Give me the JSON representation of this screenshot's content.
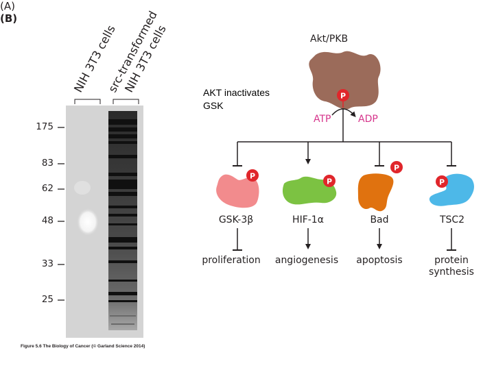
{
  "panel_a": {
    "label": "(A)",
    "column_labels": [
      "NIH 3T3 cells",
      "src-transformed",
      "NIH 3T3 cells"
    ],
    "mw_markers": [
      "175",
      "83",
      "62",
      "48",
      "33",
      "25"
    ],
    "caption": "Figure 5.6 The Biology of Cancer (© Garland Science 2014)"
  },
  "panel_b": {
    "label": "(B)",
    "kinase": "Akt/PKB",
    "phospho": "P",
    "atp": "ATP",
    "adp": "ADP",
    "note_line1": "AKT inactivates",
    "note_line2": "GSK",
    "targets": [
      {
        "name": "GSK-3β",
        "outcome": "proliferation",
        "outcome2": "",
        "color": "#f28b8d"
      },
      {
        "name": "HIF-1α",
        "outcome": "angiogenesis",
        "outcome2": "",
        "color": "#7cc242"
      },
      {
        "name": "Bad",
        "outcome": "apoptosis",
        "outcome2": "",
        "color": "#e0720f"
      },
      {
        "name": "TSC2",
        "outcome": "protein",
        "outcome2": "synthesis",
        "color": "#4db8e8"
      }
    ],
    "colors": {
      "akt": "#9b6b5a",
      "phospho": "#e0262b",
      "atp_adp": "#d6348b",
      "line": "#231f20"
    }
  }
}
